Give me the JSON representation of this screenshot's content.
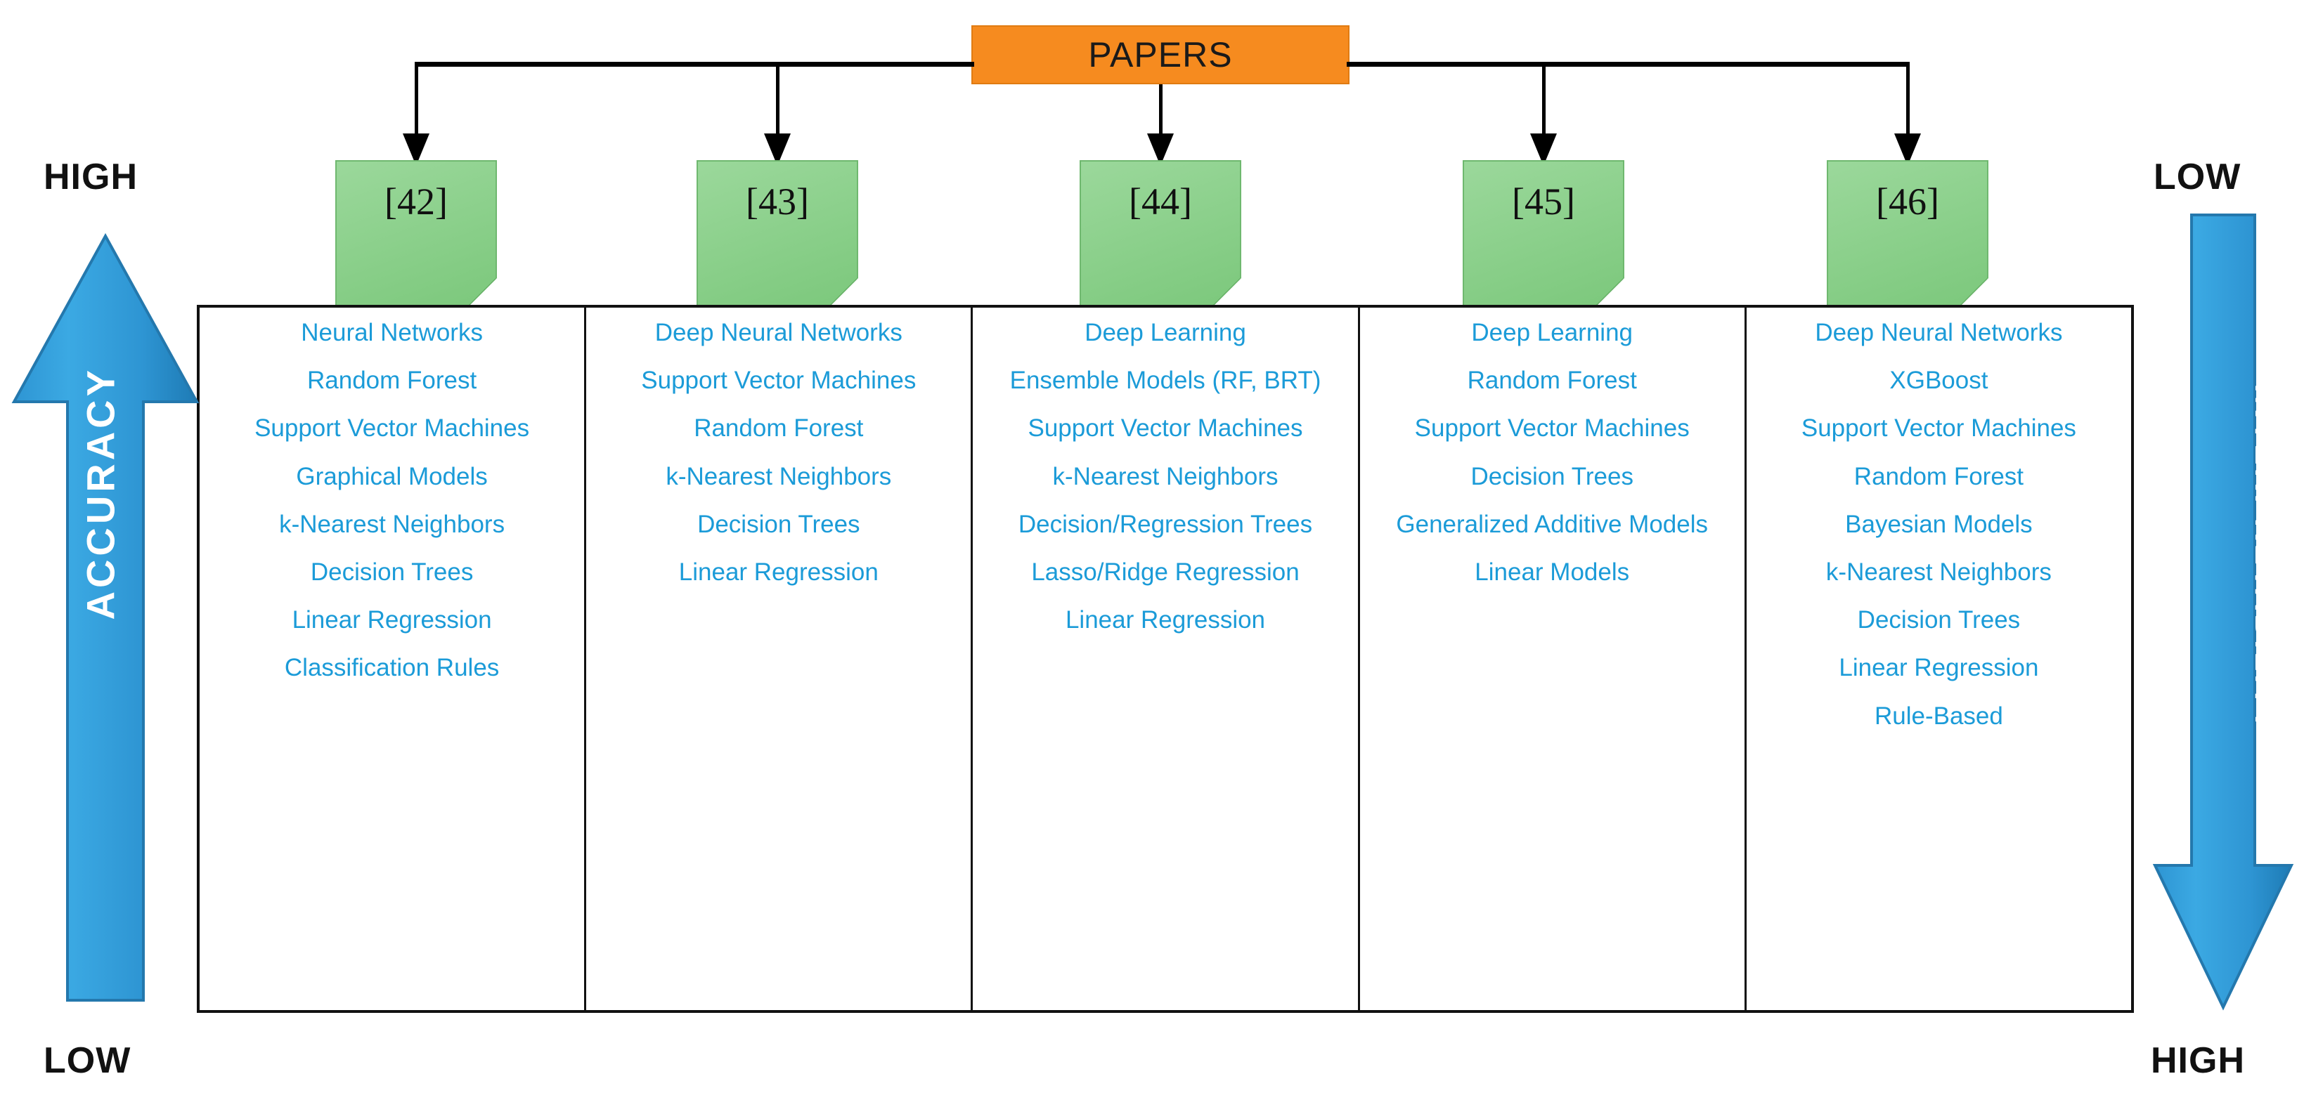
{
  "root": {
    "label": "PAPERS",
    "color": "#F68B1F"
  },
  "axes": {
    "left": {
      "title": "ACCURACY",
      "top_label": "HIGH",
      "bottom_label": "LOW",
      "direction": "up",
      "color": "#2E95D3"
    },
    "right": {
      "title": "INTERPRETABILITY",
      "top_label": "LOW",
      "bottom_label": "HIGH",
      "direction": "down",
      "color": "#2E95D3"
    }
  },
  "note_color": "#8DD18D",
  "text_color": "#1B9BD8",
  "columns": [
    {
      "reference": "[42]",
      "items": [
        "Neural Networks",
        "Random Forest",
        "Support Vector Machines",
        "Graphical Models",
        "k-Nearest Neighbors",
        "Decision Trees",
        "Linear Regression",
        "Classification Rules"
      ]
    },
    {
      "reference": "[43]",
      "items": [
        "Deep Neural Networks",
        "Support Vector Machines",
        "Random Forest",
        "k-Nearest Neighbors",
        "Decision Trees",
        "Linear Regression"
      ]
    },
    {
      "reference": "[44]",
      "items": [
        "Deep Learning",
        "Ensemble Models (RF, BRT)",
        "Support Vector Machines",
        "k-Nearest Neighbors",
        "Decision/Regression Trees",
        "Lasso/Ridge Regression",
        "Linear Regression"
      ]
    },
    {
      "reference": "[45]",
      "items": [
        "Deep Learning",
        "Random Forest",
        "Support Vector Machines",
        "Decision Trees",
        "Generalized Additive Models",
        "Linear Models"
      ]
    },
    {
      "reference": "[46]",
      "items": [
        "Deep Neural Networks",
        "XGBoost",
        "Support Vector Machines",
        "Random Forest",
        "Bayesian Models",
        "k-Nearest Neighbors",
        "Decision Trees",
        "Linear Regression",
        "Rule-Based"
      ]
    }
  ]
}
